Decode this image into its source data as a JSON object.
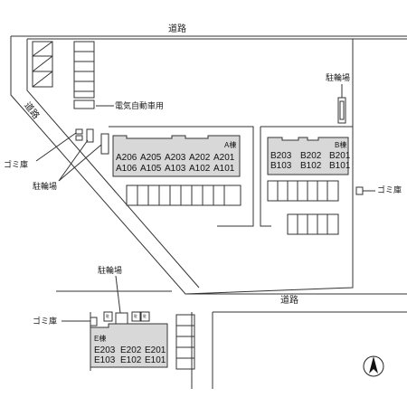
{
  "labels": {
    "road": "道路",
    "ev_parking": "電気自動車用",
    "bicycle_parking": "駐輪場",
    "garbage": "ゴミ庫"
  },
  "buildings": {
    "a": {
      "name": "A棟",
      "upper": [
        "A206",
        "A205",
        "A203",
        "A202",
        "A201"
      ],
      "lower": [
        "A106",
        "A105",
        "A103",
        "A102",
        "A101"
      ]
    },
    "b": {
      "name": "B棟",
      "upper": [
        "B203",
        "B202",
        "B201"
      ],
      "lower": [
        "B103",
        "B102",
        "B101"
      ]
    },
    "e": {
      "name": "E棟",
      "upper": [
        "E203",
        "E202",
        "E201"
      ],
      "lower": [
        "E103",
        "E102",
        "E101"
      ]
    }
  },
  "e_block_tags": [
    "駐",
    "駐",
    "駐"
  ],
  "compass": {
    "icon": "north-arrow-icon"
  },
  "colors": {
    "building_fill": "#d8d8d8",
    "line": "#333333"
  }
}
